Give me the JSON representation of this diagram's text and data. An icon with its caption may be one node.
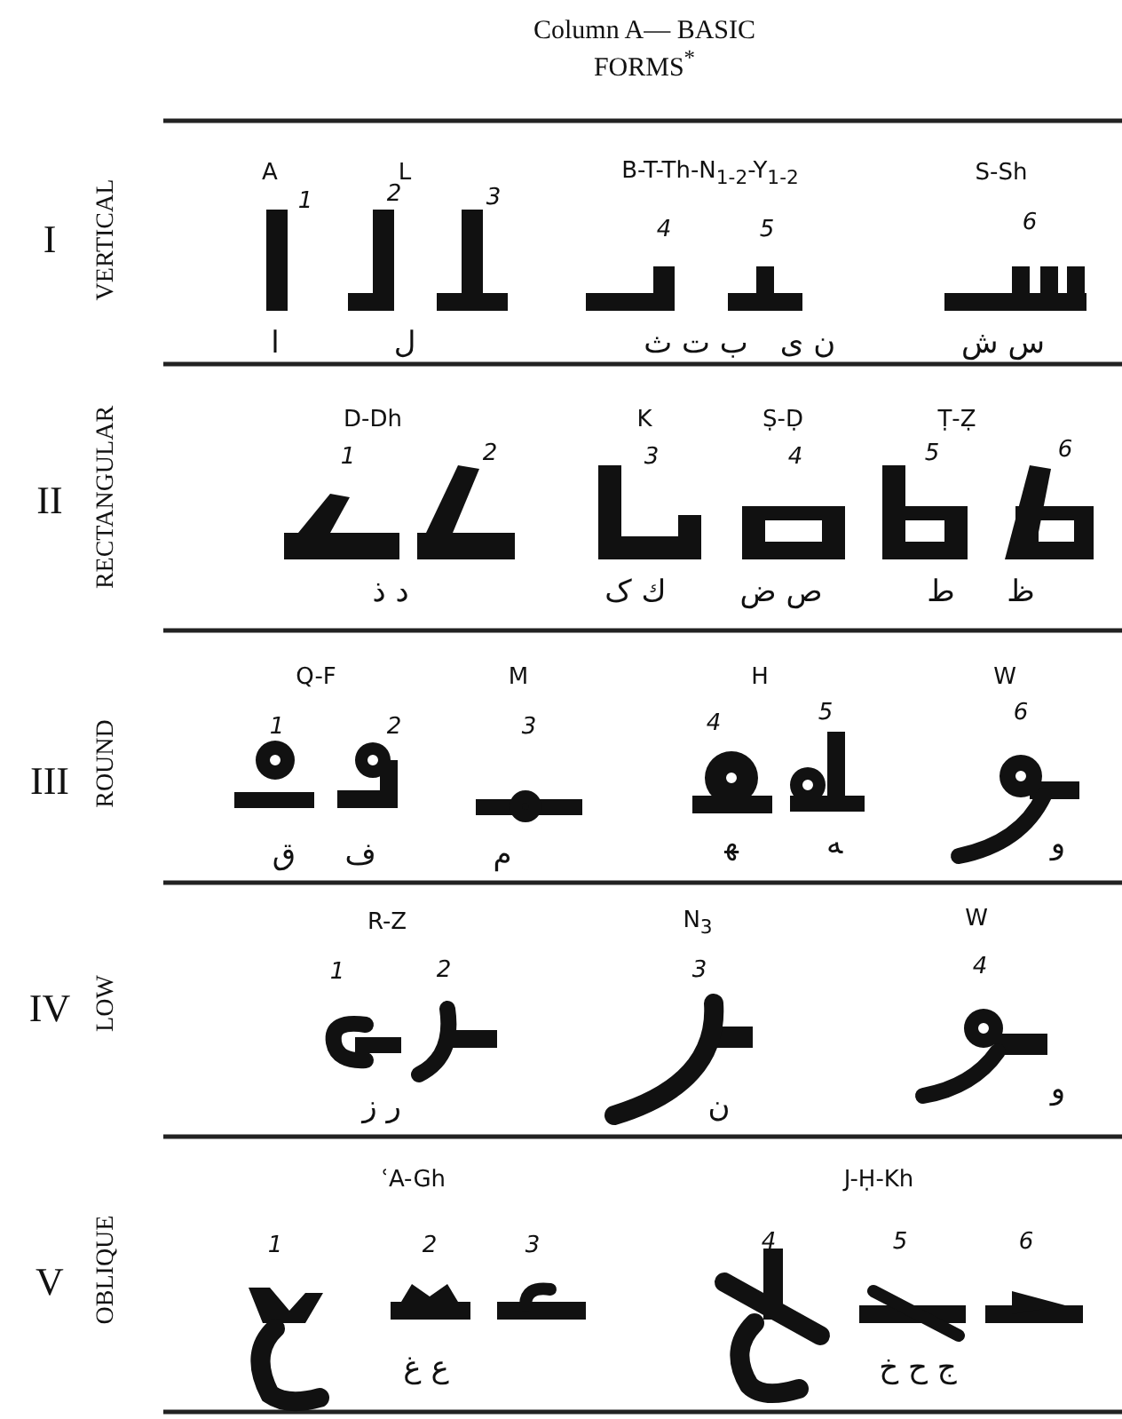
{
  "diagram": {
    "title": "Column A— BASIC FORMS$^{*}$",
    "labels": [
      "I",
      "VERTICAL",
      "A",
      "L",
      "B-T-Th-N$_{1-2}$-Y$_{1-2}$",
      "S-Sh",
      "1",
      "2",
      "3",
      "4",
      "5",
      "6",
      "ا",
      "ل",
      "ب ت ث",
      "ن ی",
      "س ش",
      "II",
      "RECTANGULAR",
      "D-Dh",
      "K",
      "Ṣ-Ḍ",
      "Ṭ-Ẓ",
      "1",
      "2",
      "3",
      "4",
      "5",
      "6",
      "د ذ",
      "ك ک",
      "ص ض",
      "ط",
      "ظ",
      "III",
      "ROUND",
      "Q-F",
      "M",
      "H",
      "W",
      "1",
      "2",
      "3",
      "4",
      "5",
      "6",
      "ق",
      "ف",
      "م",
      "ﻬ",
      "ﻪ",
      "و",
      "IV",
      "LOW",
      "R-Z",
      "N$_{3}$",
      "W",
      "1",
      "2",
      "3",
      "4",
      "ر ز",
      "ن",
      "و",
      "V",
      "OBLIQUE",
      "ʿA-Gh",
      "J-Ḥ-Kh",
      "1",
      "2",
      "3",
      "4",
      "5",
      "6",
      "ع غ",
      "ج ح خ"
    ]
  }
}
